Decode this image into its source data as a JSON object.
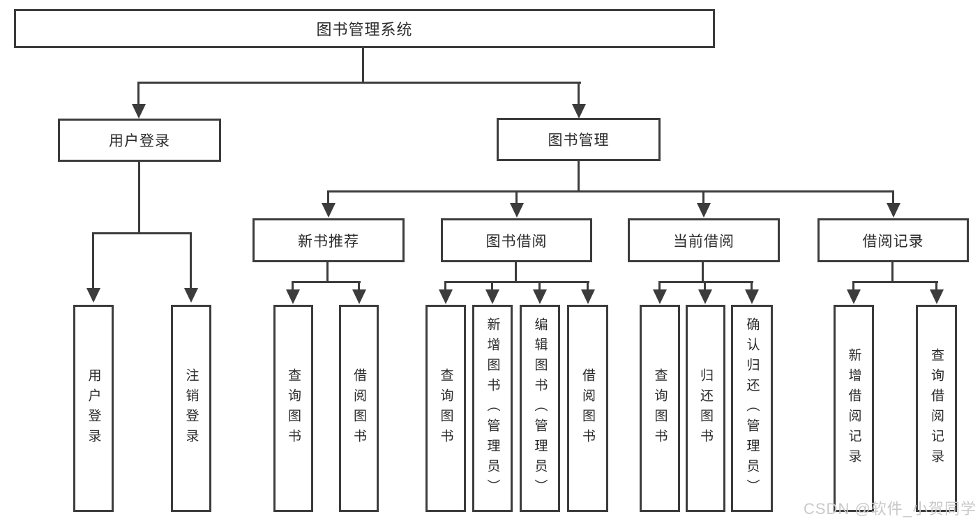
{
  "diagram": {
    "root": {
      "label": "图书管理系统"
    },
    "branches": [
      {
        "label": "用户登录",
        "children": [
          {
            "label": "用户登录"
          },
          {
            "label": "注销登录"
          }
        ]
      },
      {
        "label": "图书管理",
        "children": [
          {
            "label": "新书推荐",
            "children": [
              {
                "label": "查询图书"
              },
              {
                "label": "借阅图书"
              }
            ]
          },
          {
            "label": "图书借阅",
            "children": [
              {
                "label": "查询图书"
              },
              {
                "label": "新增图书（管理员）"
              },
              {
                "label": "编辑图书（管理员）"
              },
              {
                "label": "借阅图书"
              }
            ]
          },
          {
            "label": "当前借阅",
            "children": [
              {
                "label": "查询图书"
              },
              {
                "label": "归还图书"
              },
              {
                "label": "确认归还（管理员）"
              }
            ]
          },
          {
            "label": "借阅记录",
            "children": [
              {
                "label": "新增借阅记录"
              },
              {
                "label": "查询借阅记录"
              }
            ]
          }
        ]
      }
    ],
    "watermark": "CSDN @软件_小贺同学",
    "colors": {
      "line": "#3c3c3c",
      "text": "#2b2b2b",
      "background": "#ffffff",
      "watermark": "#c9c9c9"
    }
  }
}
